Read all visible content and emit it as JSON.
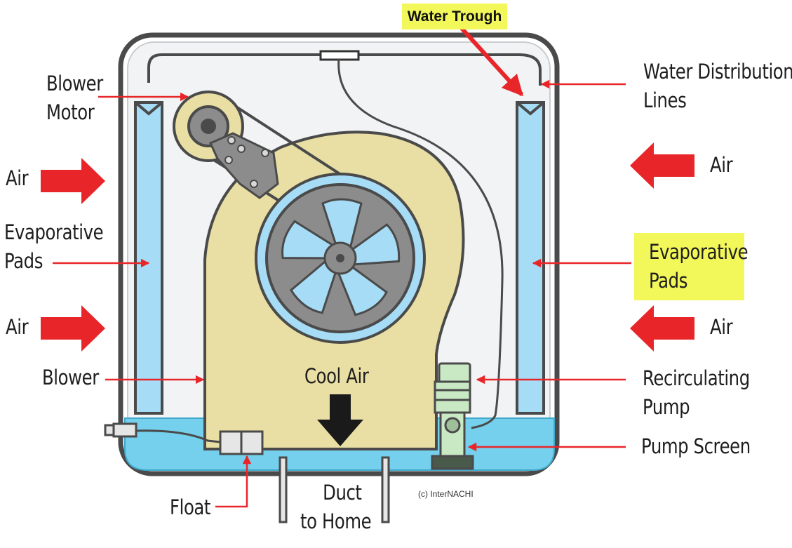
{
  "labels": {
    "water_trough": "Water Trough",
    "blower_motor": [
      "Blower",
      "Motor"
    ],
    "water_distribution_lines": [
      "Water Distribution",
      "Lines"
    ],
    "air_left_top": "Air",
    "air_left_bottom": "Air",
    "air_right_top": "Air",
    "air_right_bottom": "Air",
    "evaporative_pads_left": [
      "Evaporative",
      "Pads"
    ],
    "evaporative_pads_right": [
      "Evaporative",
      "Pads"
    ],
    "blower": "Blower",
    "cool_air": "Cool Air",
    "recirculating_pump": [
      "Recirculating",
      "Pump"
    ],
    "pump_screen": "Pump Screen",
    "float": "Float",
    "duct_to_home": [
      "Duct",
      "to Home"
    ],
    "credit": "(c) InterNACHI"
  },
  "colors": {
    "highlight": "#f2f75a",
    "pointer_arrow": "#e8262a",
    "housing_outline": "#4a4a4a",
    "water": "#74d0ec",
    "pads": "#a6dcf5",
    "blower_housing": "#e9dfa4",
    "fan_wheel": "#8c8c8c",
    "pump": "#c9e8c4"
  }
}
